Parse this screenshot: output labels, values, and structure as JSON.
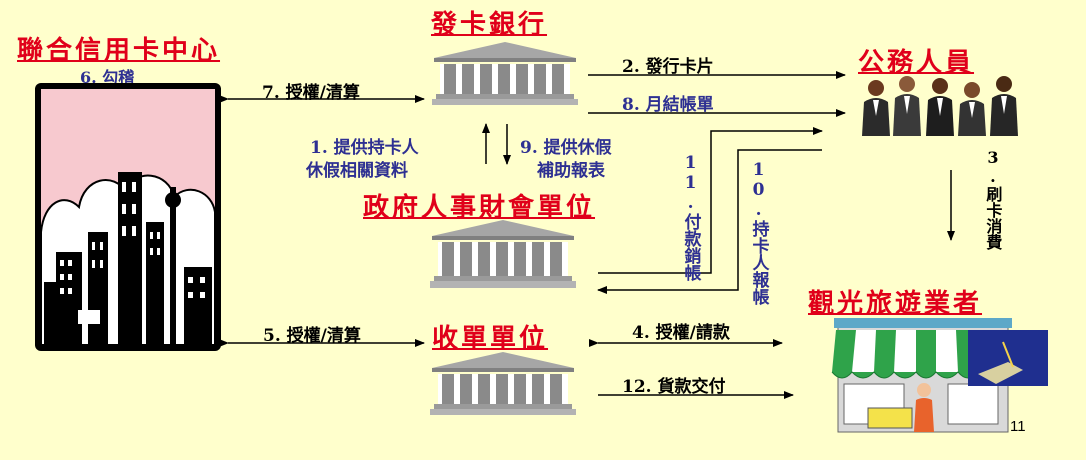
{
  "titles": {
    "issuing_bank": "發卡銀行",
    "card_center": "聯合信用卡中心",
    "civil_servants": "公務人員",
    "gov_personnel": "政府人事財會單位",
    "acquirer": "收單單位",
    "tourism": "觀光旅遊業者"
  },
  "labels": {
    "reconcile": "6. 勾稽",
    "auth_clear_7": "7. 授權/清算",
    "issue_card": "2. 發行卡片",
    "monthly_statement": "8. 月結帳單",
    "provide_data_1": "1. 提供持卡人",
    "provide_data_2": "休假相關資料",
    "subsidy_1": "9. 提供休假",
    "subsidy_2": "補助報表",
    "payment": "11.付款銷帳",
    "report": "10.持卡人報帳",
    "swipe": "3.刷卡消費",
    "auth_clear_5": "5. 授權/清算",
    "auth_request": "4. 授權/請款",
    "payment_delivery": "12. 貨款交付"
  },
  "page_number": "11",
  "colors": {
    "background": "#FFFFCC",
    "title_red": "#E0001A",
    "label_blue": "#2E3092",
    "building_gray": "#9A9A9A"
  },
  "icons": [
    "bank-building-icon",
    "city-skyline-icon",
    "businessmen-icon",
    "storefront-icon"
  ]
}
